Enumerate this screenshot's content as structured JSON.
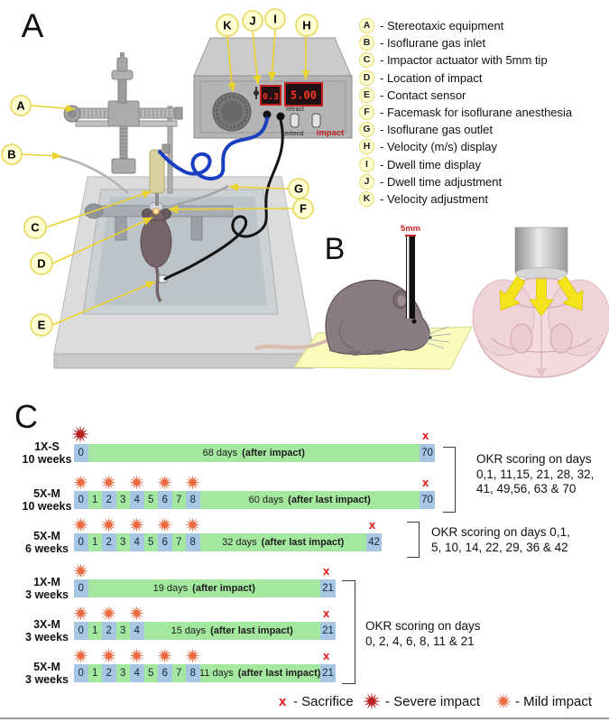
{
  "figure": {
    "panel_a_label": "A",
    "panel_b_label": "B",
    "panel_c_label": "C"
  },
  "device": {
    "dwell_display": "0.3",
    "velocity_display": "5.00",
    "retract_label": "retract",
    "extend_label": "extend",
    "impact_label": "impact"
  },
  "callouts": {
    "a": "A",
    "b": "B",
    "c": "C",
    "d": "D",
    "e": "E",
    "f": "F",
    "g": "G",
    "h": "H",
    "i": "I",
    "j": "J",
    "k": "K"
  },
  "legend": {
    "items": [
      {
        "letter": "A",
        "text": "- Stereotaxic equipment"
      },
      {
        "letter": "B",
        "text": "- Isoflurane gas inlet"
      },
      {
        "letter": "C",
        "text": "- Impactor actuator with 5mm tip"
      },
      {
        "letter": "D",
        "text": "- Location of impact"
      },
      {
        "letter": "E",
        "text": "- Contact sensor"
      },
      {
        "letter": "F",
        "text": "- Facemask for isoflurane anesthesia"
      },
      {
        "letter": "G",
        "text": "- Isoflurane gas outlet"
      },
      {
        "letter": "H",
        "text": "- Velocity (m/s) display"
      },
      {
        "letter": "I",
        "text": "- Dwell time display"
      },
      {
        "letter": "J",
        "text": "- Dwell time adjustment"
      },
      {
        "letter": "K",
        "text": "- Velocity adjustment"
      }
    ]
  },
  "panel_b": {
    "tip_label": "5mm"
  },
  "timeline": {
    "rows": [
      {
        "name": "1X-S",
        "weeks": "10 weeks",
        "days": [
          "0"
        ],
        "impact_days": [
          0
        ],
        "impact_type": "severe",
        "duration": "68 days",
        "phase": "(after impact)",
        "end_day": "70",
        "sacrifice": "x"
      },
      {
        "name": "5X-M",
        "weeks": "10 weeks",
        "days": [
          "0",
          "1",
          "2",
          "3",
          "4",
          "5",
          "6",
          "7",
          "8"
        ],
        "impact_days": [
          0,
          2,
          4,
          6,
          8
        ],
        "impact_type": "mild",
        "duration": "60 days",
        "phase": "(after last impact)",
        "end_day": "70",
        "sacrifice": "x"
      },
      {
        "name": "5X-M",
        "weeks": "6 weeks",
        "days": [
          "0",
          "1",
          "2",
          "3",
          "4",
          "5",
          "6",
          "7",
          "8"
        ],
        "impact_days": [
          0,
          2,
          4,
          6,
          8
        ],
        "impact_type": "mild",
        "duration": "32 days",
        "phase": "(after last impact)",
        "end_day": "42",
        "sacrifice": "x"
      },
      {
        "name": "1X-M",
        "weeks": "3 weeks",
        "days": [
          "0"
        ],
        "impact_days": [
          0
        ],
        "impact_type": "mild",
        "duration": "19 days",
        "phase": "(after impact)",
        "end_day": "21",
        "sacrifice": "x"
      },
      {
        "name": "3X-M",
        "weeks": "3 weeks",
        "days": [
          "0",
          "1",
          "2",
          "3",
          "4"
        ],
        "impact_days": [
          0,
          2,
          4
        ],
        "impact_type": "mild",
        "duration": "15 days",
        "phase": "(after last impact)",
        "end_day": "21",
        "sacrifice": "x"
      },
      {
        "name": "5X-M",
        "weeks": "3 weeks",
        "days": [
          "0",
          "1",
          "2",
          "3",
          "4",
          "5",
          "6",
          "7",
          "8"
        ],
        "impact_days": [
          0,
          2,
          4,
          6,
          8
        ],
        "impact_type": "mild",
        "duration": "11 days",
        "phase": "(after last impact)",
        "end_day": "21",
        "sacrifice": "x"
      }
    ],
    "notes": [
      {
        "line1": "OKR scoring on days",
        "line2": "0,1, 11,15, 21, 28, 32,",
        "line3": "41, 49,56, 63 & 70"
      },
      {
        "line1": "OKR scoring on days 0,1,",
        "line2": "5, 10, 14, 22, 29, 36 & 42"
      },
      {
        "line1": "OKR scoring on days",
        "line2": "0, 2, 4, 6, 8, 11 & 21"
      }
    ]
  },
  "key": {
    "sacrifice_symbol": "x",
    "sacrifice_label": "- Sacrifice",
    "severe_label": "- Severe impact",
    "mild_label": "- Mild impact"
  },
  "colors": {
    "timeline_green": "#a4e79f",
    "timeline_blue": "#a6c6e4",
    "severe_star": "#b92020",
    "mild_star": "#ec6a42",
    "sacrifice_red": "#e81313",
    "callout_yellow": "#ecd32c",
    "display_red": "#ff3322"
  }
}
